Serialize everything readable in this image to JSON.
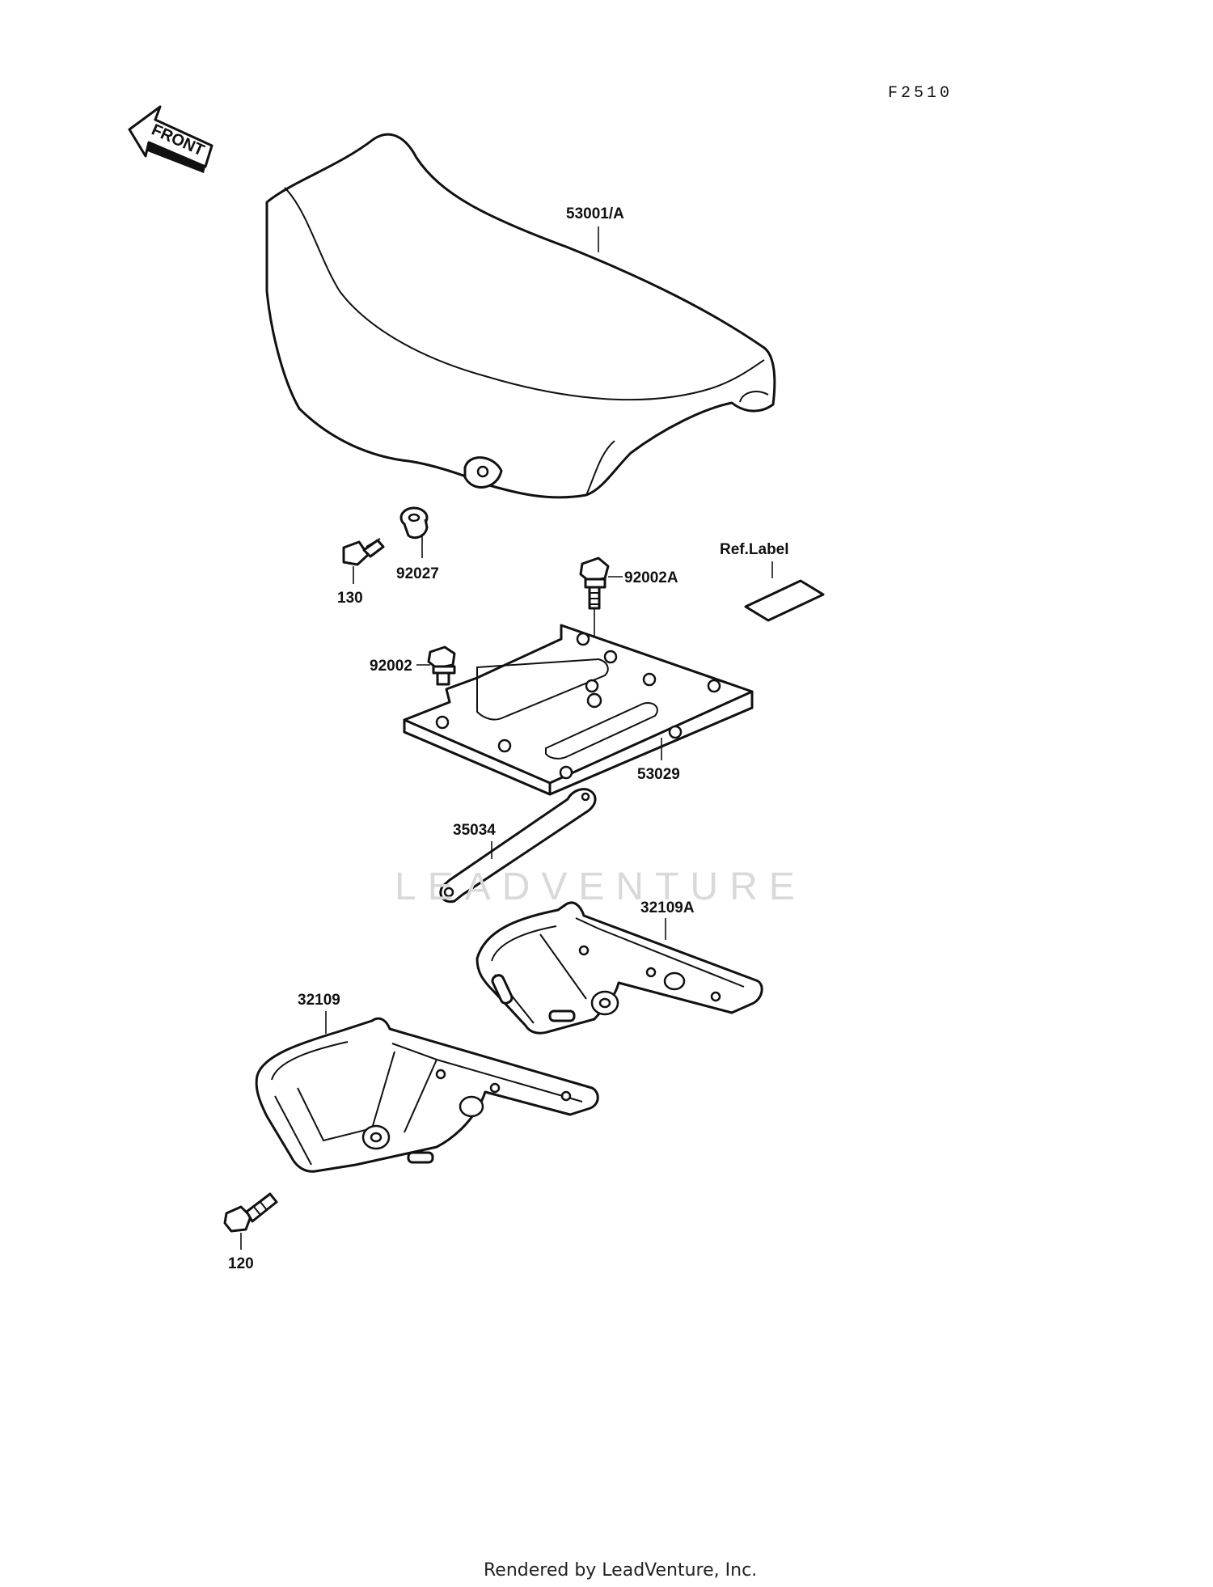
{
  "diagram_code": "F2510",
  "front_label": "FRONT",
  "watermark": "LEADVENTURE",
  "footer": "Rendered by LeadVenture, Inc.",
  "part_labels": {
    "seat": "53001/A",
    "bolt_130": "130",
    "collar_92027": "92027",
    "bolt_92002A": "92002A",
    "ref_label": "Ref.Label",
    "bolt_92002": "92002",
    "seat_base_plate": "53029",
    "strap_35034": "35034",
    "bracket_right": "32109A",
    "bracket_left": "32109",
    "bolt_120": "120"
  }
}
